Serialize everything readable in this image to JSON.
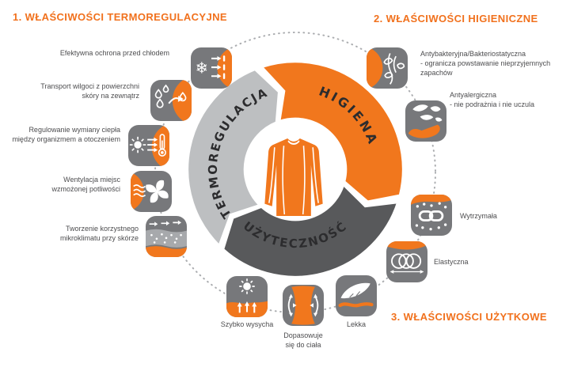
{
  "colors": {
    "orange": "#F1771D",
    "light_gray": "#BDBFC1",
    "dark_gray": "#58595B",
    "tile_gray": "#77787B",
    "mid_gray": "#A7A9AC",
    "dots": "#ABADB0",
    "title_text": "#F1711D",
    "label_text": "#4D4D4F"
  },
  "titles": {
    "thermo": "1. WŁAŚCIWOŚCI TERMOREGULACYJNE",
    "hygiene": "2. WŁAŚCIWOŚCI HIGIENICZNE",
    "utility": "3. WŁAŚCIWOŚCI UŻYTKOWE"
  },
  "ring": {
    "termoregulacja": "TERMOREGULACJA",
    "higiena": "HIGIENA",
    "uzytecznosc": "UŻYTECZNOŚĆ"
  },
  "features": {
    "cold": "Efektywna ochrona przed chłodem",
    "moisture": "Transport wilgoci z powierzchni\nskóry na zewnątrz",
    "heat": "Regulowanie wymiany ciepła\nmiędzy organizmem a otoczeniem",
    "ventilation": "Wentylacja miejsc\nwzmożonej potliwości",
    "microclimate": "Tworzenie korzystnego\nmikroklimatu przy skórze",
    "antibacterial": "Antybakteryjna/Bakteriostatyczna\n- ogranicza powstawanie nieprzyjemnych zapachów",
    "antiallergic": "Antyalergiczna\n- nie podrażnia i nie uczula",
    "durable": "Wytrzymała",
    "elastic": "Elastyczna",
    "light": "Lekka",
    "fit": "Dopasowuje\nsię do ciała",
    "quickdry": "Szybko wysycha"
  }
}
